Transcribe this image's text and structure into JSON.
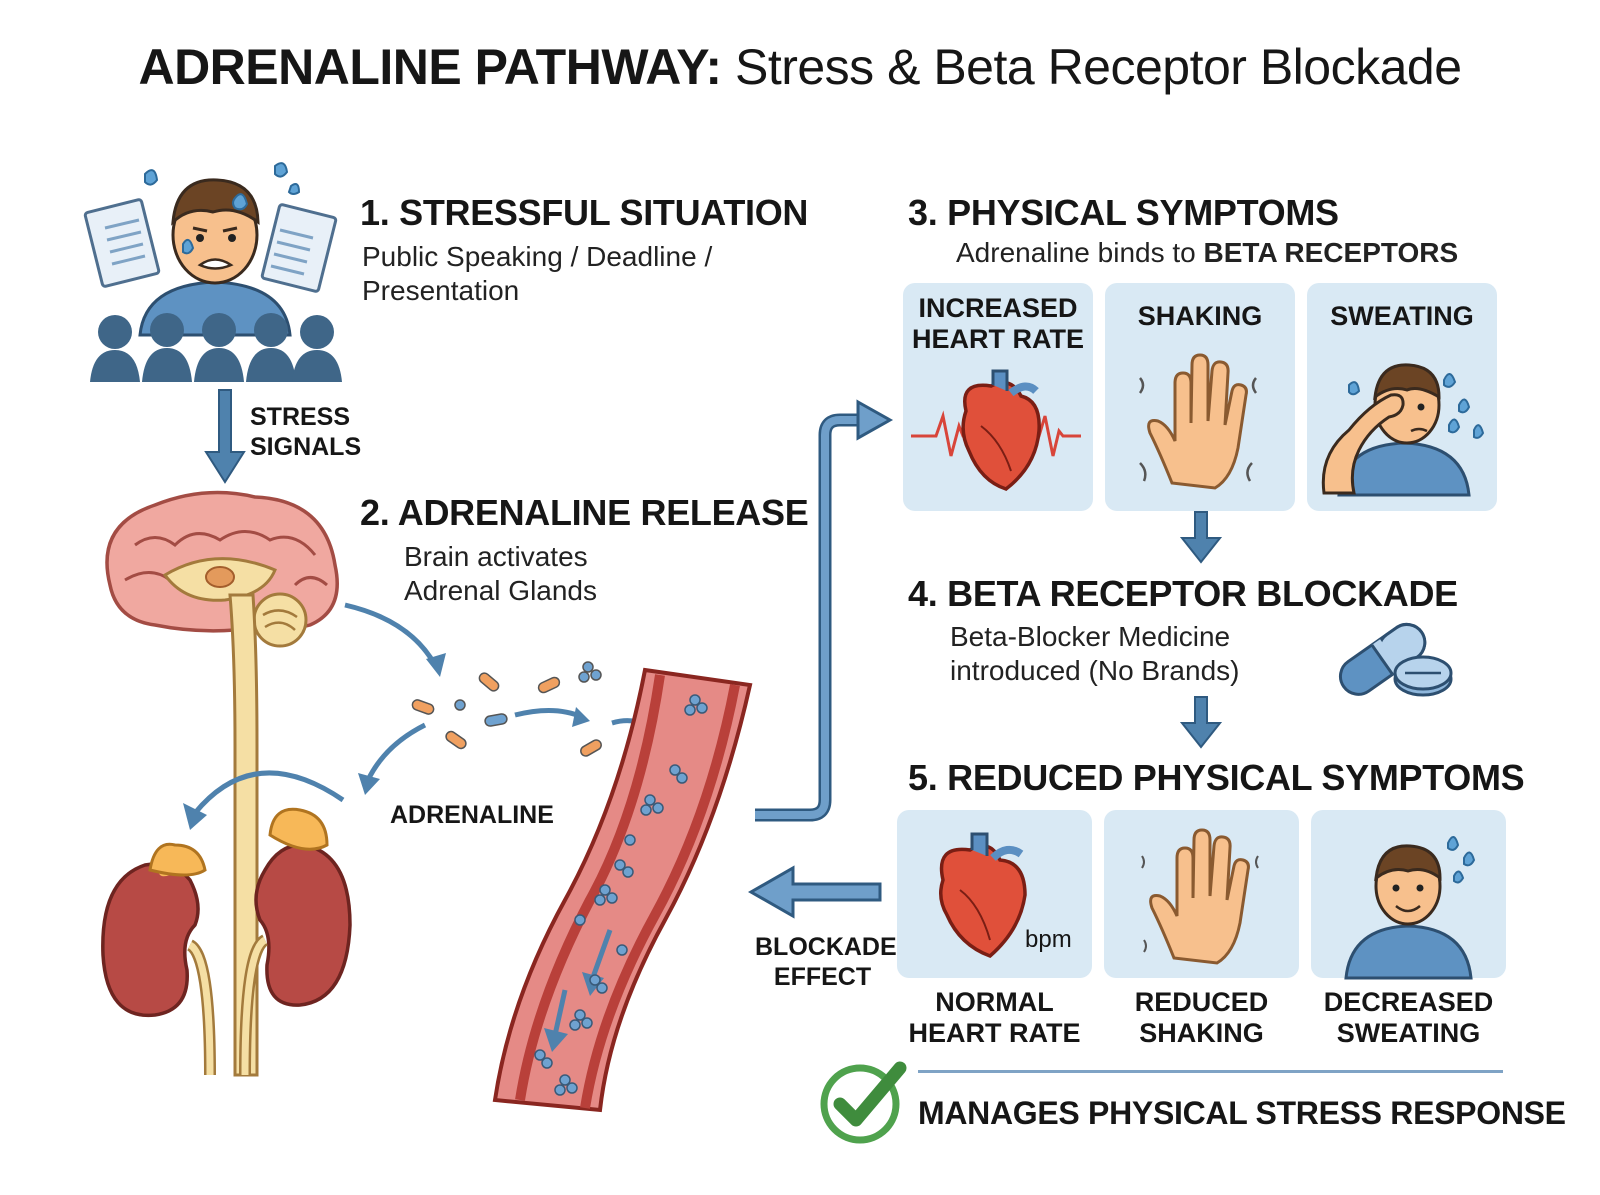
{
  "title": {
    "bold": "ADRENALINE PATHWAY:",
    "rest": "Stress & Beta Receptor Blockade"
  },
  "step1": {
    "heading": "1. STRESSFUL SITUATION",
    "desc_line1": "Public Speaking / Deadline /",
    "desc_line2": "Presentation"
  },
  "stress_signals": {
    "line1": "STRESS",
    "line2": "SIGNALS"
  },
  "step2": {
    "heading": "2. ADRENALINE RELEASE",
    "desc_line1": "Brain activates",
    "desc_line2": "Adrenal Glands"
  },
  "adrenaline_label": "ADRENALINE",
  "step3": {
    "heading": "3. PHYSICAL SYMPTOMS",
    "desc_prefix": "Adrenaline binds to ",
    "desc_bold": "BETA RECEPTORS",
    "cards": [
      {
        "line1": "INCREASED",
        "line2": "HEART RATE"
      },
      {
        "line1": "SHAKING",
        "line2": ""
      },
      {
        "line1": "SWEATING",
        "line2": ""
      }
    ]
  },
  "step4": {
    "heading": "4. BETA RECEPTOR BLOCKADE",
    "desc_line1": "Beta-Blocker Medicine",
    "desc_line2": "introduced (No Brands)"
  },
  "step5": {
    "heading": "5. REDUCED PHYSICAL SYMPTOMS",
    "bpm": "bpm",
    "captions": [
      {
        "line1": "NORMAL",
        "line2": "HEART RATE"
      },
      {
        "line1": "REDUCED",
        "line2": "SHAKING"
      },
      {
        "line1": "DECREASED",
        "line2": "SWEATING"
      }
    ]
  },
  "blockade_effect": {
    "line1": "BLOCKADE",
    "line2": "EFFECT"
  },
  "conclusion": "MANAGES PHYSICAL STRESS RESPONSE",
  "colors": {
    "arrow": "#4f82ad",
    "card_bg": "#d9e9f4",
    "heart": "#e0503a",
    "skin": "#f7c08d",
    "shirt": "#5e92c2",
    "vessel": "#c9453c",
    "check": "#4fa24d"
  }
}
